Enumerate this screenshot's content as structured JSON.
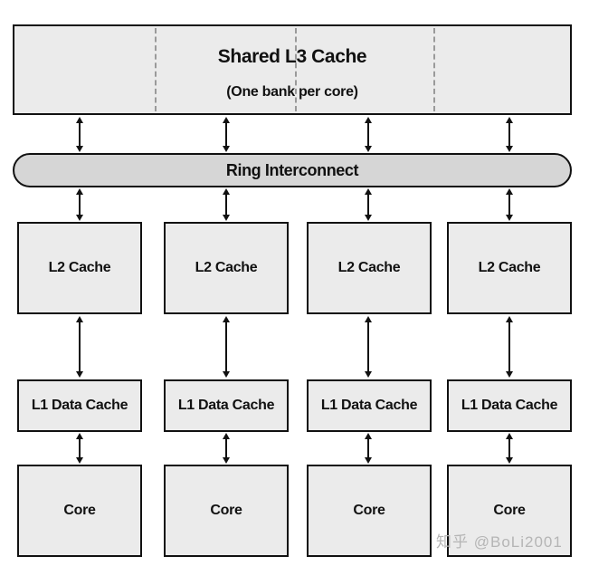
{
  "l3": {
    "title": "Shared L3 Cache",
    "subtitle": "(One bank per core)"
  },
  "ring": {
    "label": "Ring Interconnect"
  },
  "columns": [
    {
      "l2": "L2 Cache",
      "l1": "L1 Data Cache",
      "core": "Core"
    },
    {
      "l2": "L2 Cache",
      "l1": "L1 Data Cache",
      "core": "Core"
    },
    {
      "l2": "L2 Cache",
      "l1": "L1 Data Cache",
      "core": "Core"
    },
    {
      "l2": "L2 Cache",
      "l1": "L1 Data Cache",
      "core": "Core"
    }
  ],
  "watermark": {
    "text": "知乎 @BoLi2001"
  },
  "colors": {
    "box_fill": "#ebebeb",
    "ring_fill": "#d6d6d6",
    "border": "#111111",
    "dash": "#9a9a9a",
    "text": "#111111",
    "watermark": "#b5b5b5"
  }
}
